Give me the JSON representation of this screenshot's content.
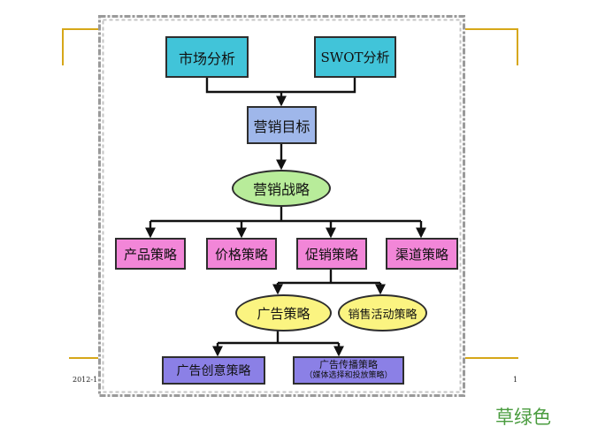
{
  "diagram": {
    "top_left": "市场分析",
    "top_right": "SWOT分析",
    "goal": "营销目标",
    "strategy": "营销战略",
    "product": "产品策略",
    "price": "价格策略",
    "promotion": "促销策略",
    "channel": "渠道策略",
    "advertising": "广告策略",
    "sales_activity": "销售活动策略",
    "ad_creative": "广告创意策略",
    "ad_media_line1": "广告传播策略",
    "ad_media_line2": "（媒体选择和投放策略）"
  },
  "footer": {
    "date": "2012-1",
    "page": "1"
  },
  "caption": "草绿色",
  "colors": {
    "frame_gold": "#d6a719",
    "cyan_box": "#41c4d9",
    "blue_box": "#9fb7ea",
    "pink_box": "#f286d8",
    "purple_box": "#8b80e6",
    "green_ellipse": "#b8ec9a",
    "yellow_ellipse": "#fbf481",
    "caption_green": "#4a9c3f"
  }
}
